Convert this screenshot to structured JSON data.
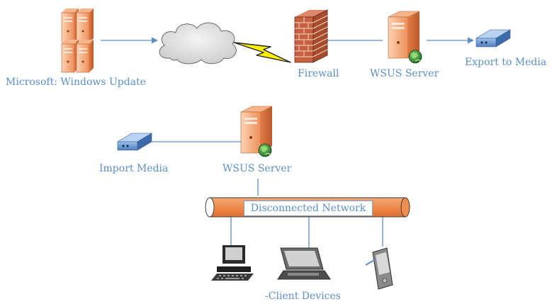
{
  "labels": {
    "microsoft": "Microsoft: Windows Update",
    "firewall": "Firewall",
    "wsus_top": "WSUS Server",
    "export": "Export to Media",
    "import": "Import Media",
    "wsus_bottom": "WSUS Server",
    "network": "Disconnected Network",
    "clients": "-Client Devices"
  },
  "colors": {
    "connector": "#5b8fc9",
    "label": "#5b8fc9",
    "server": "#f0a070",
    "network_pipe": "#f08c4c",
    "lightning": "#ffee00",
    "globe": "#3a8a3a"
  },
  "icons": [
    "server-rack-icon",
    "cloud-icon",
    "lightning-icon",
    "firewall-icon",
    "server-icon",
    "globe-icon",
    "media-device-icon",
    "desktop-computer-icon",
    "laptop-icon",
    "pda-icon"
  ]
}
